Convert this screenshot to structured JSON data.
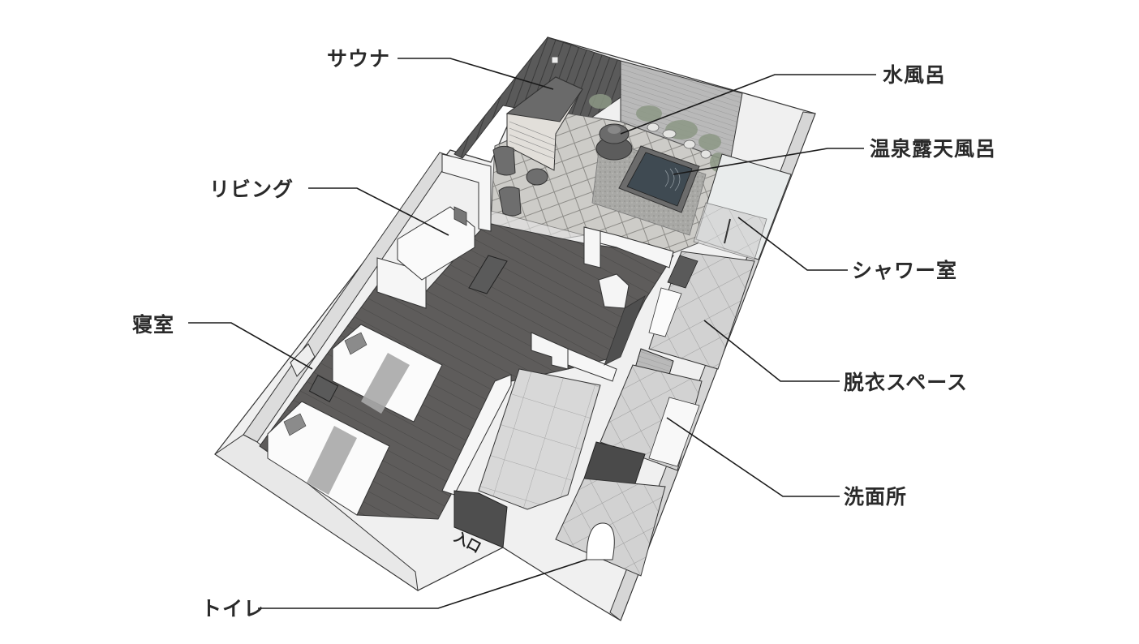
{
  "diagram": {
    "type": "isometric-floor-plan",
    "background": "#ffffff",
    "colors": {
      "wood_floor": "#5b5958",
      "wall_white": "#f4f4f4",
      "wall_edge": "#bdbdbd",
      "stone": "#c9c9c6",
      "tile": "#cfcfcf",
      "water": "#3f4a52",
      "greenery": "#8e9a86",
      "dark_panel": "#4a4a4a",
      "leader_line": "#1a1a1a",
      "label_text": "#2a2a2a"
    }
  },
  "labels": {
    "sauna": "サウナ",
    "cold_bath": "水風呂",
    "onsen_open_air_bath": "温泉露天風呂",
    "living": "リビング",
    "shower_room": "シャワー室",
    "bedroom": "寝室",
    "dressing_space": "脱衣スペース",
    "washroom": "洗面所",
    "toilet": "トイレ",
    "entrance": "入口"
  }
}
